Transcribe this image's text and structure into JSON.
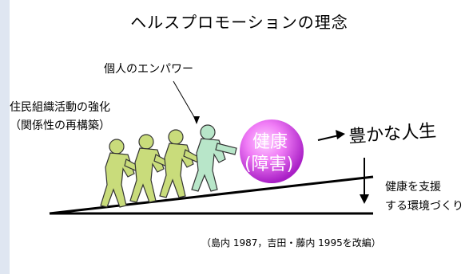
{
  "title": "ヘルスプロモーションの理念",
  "labels": {
    "empowerment": "個人のエンパワー",
    "community_line1": "住民組織活動の強化",
    "community_line2": "（関係性の再構築）",
    "ball_line1": "健康",
    "ball_line2": "(障害)",
    "goal": "豊かな人生",
    "support_line1": "健康を支援",
    "support_line2": "する環境づくり",
    "caption": "（島内 1987，吉田・藤内 1995を改編）"
  },
  "colors": {
    "figure_fill": "#c9dc7b",
    "figure_fill_lead": "#b8e6c9",
    "figure_stroke": "#333333",
    "ball_center": "#fba7ff",
    "ball_edge": "#b52acf",
    "ball_text": "#ffffff",
    "slope": "#000000"
  }
}
